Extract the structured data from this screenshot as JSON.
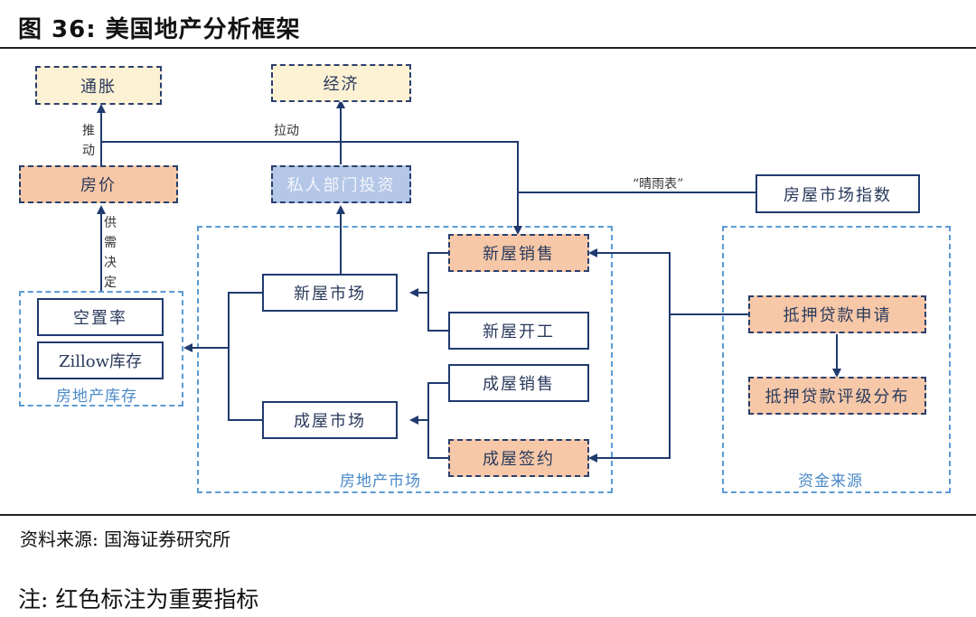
{
  "figure": {
    "title": "图 36:  美国地产分析框架",
    "source": "资料来源:  国海证券研究所",
    "note": "注:  红色标注为重要指标"
  },
  "colors": {
    "line": "#1f3a6e",
    "group_border": "#5b9bd5",
    "highlight_orange": "#f6c8a8",
    "macro_yellow": "#fdf1d4",
    "investment_blue": "#b4c7e7"
  },
  "nodes": {
    "inflation": "通胀",
    "economy": "经济",
    "house_price": "房价",
    "private_investment": "私人部门投资",
    "housing_market_index": "房屋市场指数",
    "vacancy_rate": "空置率",
    "zillow_inventory": "Zillow库存",
    "new_home_market": "新屋市场",
    "existing_home_market": "成屋市场",
    "new_home_sales": "新屋销售",
    "housing_starts": "新屋开工",
    "existing_home_sales": "成屋销售",
    "pending_home_sales": "成屋签约",
    "mortgage_applications": "抵押贷款申请",
    "mortgage_rating_distribution": "抵押贷款评级分布"
  },
  "groups": {
    "inventory": "房地产库存",
    "market": "房地产市场",
    "funding": "资金来源"
  },
  "edge_labels": {
    "push": [
      "推",
      "动"
    ],
    "pull": "拉动",
    "barometer": "“晴雨表”",
    "supply_demand": [
      "供",
      "需",
      "决",
      "定"
    ]
  }
}
